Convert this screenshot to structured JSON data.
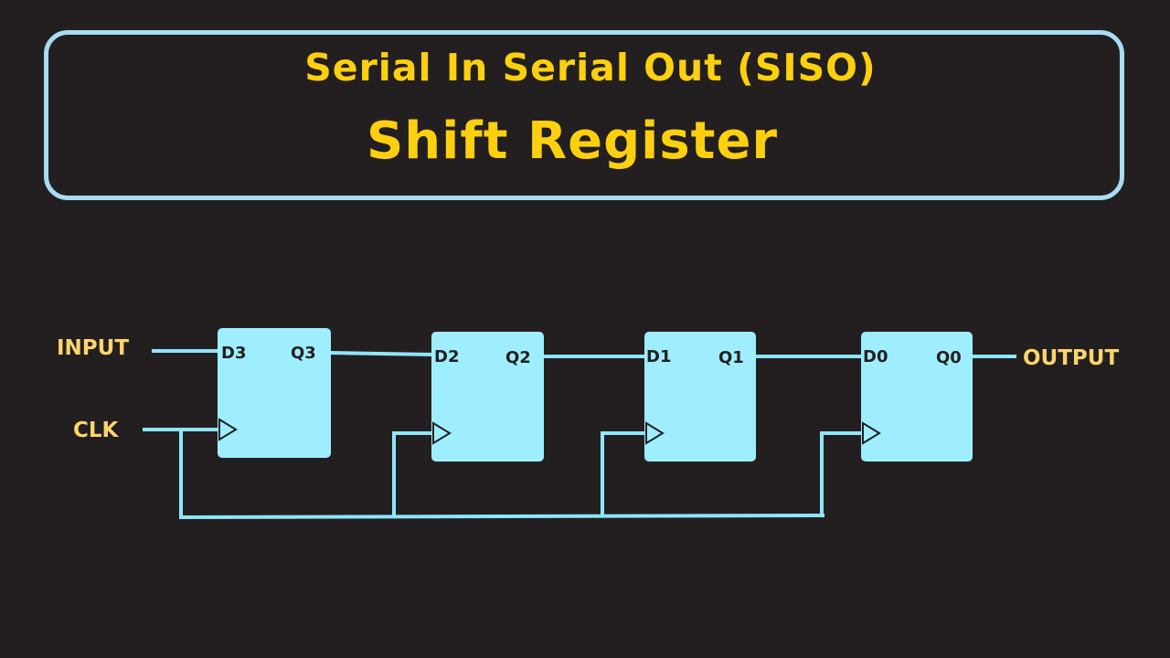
{
  "title": {
    "line1": "Serial In Serial Out (SISO)",
    "line2": "Shift Register"
  },
  "signals": {
    "input": "INPUT",
    "clk": "CLK",
    "output": "OUTPUT"
  },
  "flip_flops": [
    {
      "d_label": "D3",
      "q_label": "Q3"
    },
    {
      "d_label": "D2",
      "q_label": "Q2"
    },
    {
      "d_label": "D1",
      "q_label": "Q1"
    },
    {
      "d_label": "D0",
      "q_label": "Q0"
    }
  ],
  "colors": {
    "background": "#231f20",
    "title_text": "#fcd00e",
    "border": "#a8dcf4",
    "wire": "#8fe5fa",
    "flip_flop_fill": "#9eeeff",
    "signal_label": "#fbd56a"
  }
}
